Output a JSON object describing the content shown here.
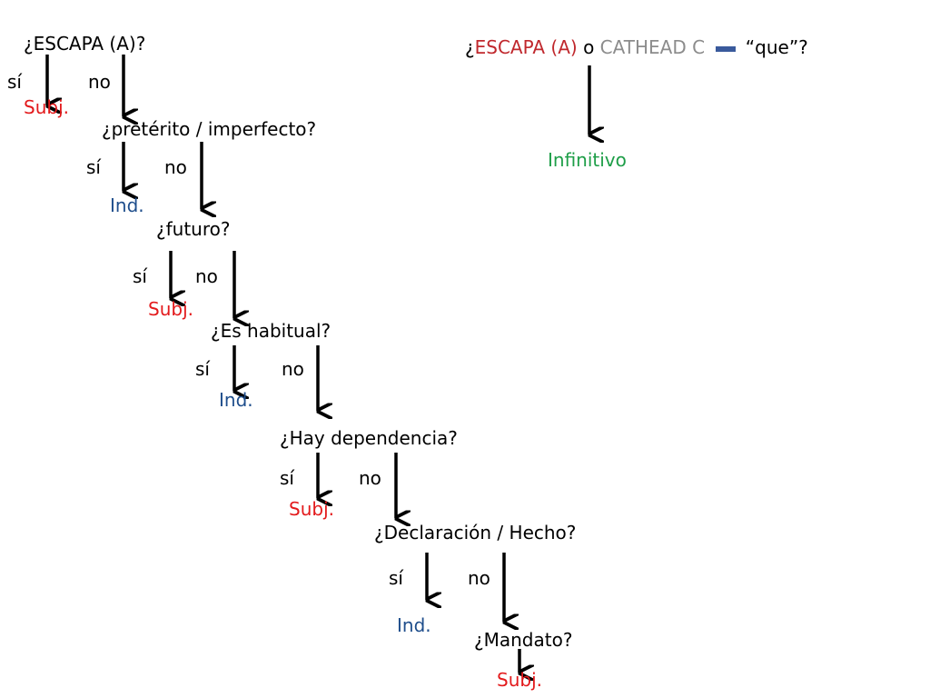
{
  "colors": {
    "subj": "#e31a1c",
    "ind": "#1f4e8c",
    "infinitivo": "#1e9e48",
    "escapa": "#c0282d",
    "cathead": "#8c8c8c",
    "dash": "#3a5a9c"
  },
  "left_tree": {
    "q1": "¿ESCAPA (A)?",
    "q1_si": "sí",
    "q1_no": "no",
    "q1_result": "Subj.",
    "q2": "¿pretérito / imperfecto?",
    "q2_si": "sí",
    "q2_no": "no",
    "q2_result": "Ind.",
    "q3": "¿futuro?",
    "q3_si": "sí",
    "q3_no": "no",
    "q3_result": "Subj.",
    "q4": "¿Es habitual?",
    "q4_si": "sí",
    "q4_no": "no",
    "q4_result": "Ind.",
    "q5": "¿Hay dependencia?",
    "q5_si": "sí",
    "q5_no": "no",
    "q5_result": "Subj.",
    "q6": "¿Declaración / Hecho?",
    "q6_si": "sí",
    "q6_no": "no",
    "q6_result": "Ind.",
    "q7": "¿Mandato?",
    "q7_result": "Subj."
  },
  "right_tree": {
    "question_open": "¿",
    "escapa": "ESCAPA (A)",
    "o": " o ",
    "cathead": "CATHEAD C",
    "que": " “que”?",
    "result": "Infinitivo"
  }
}
